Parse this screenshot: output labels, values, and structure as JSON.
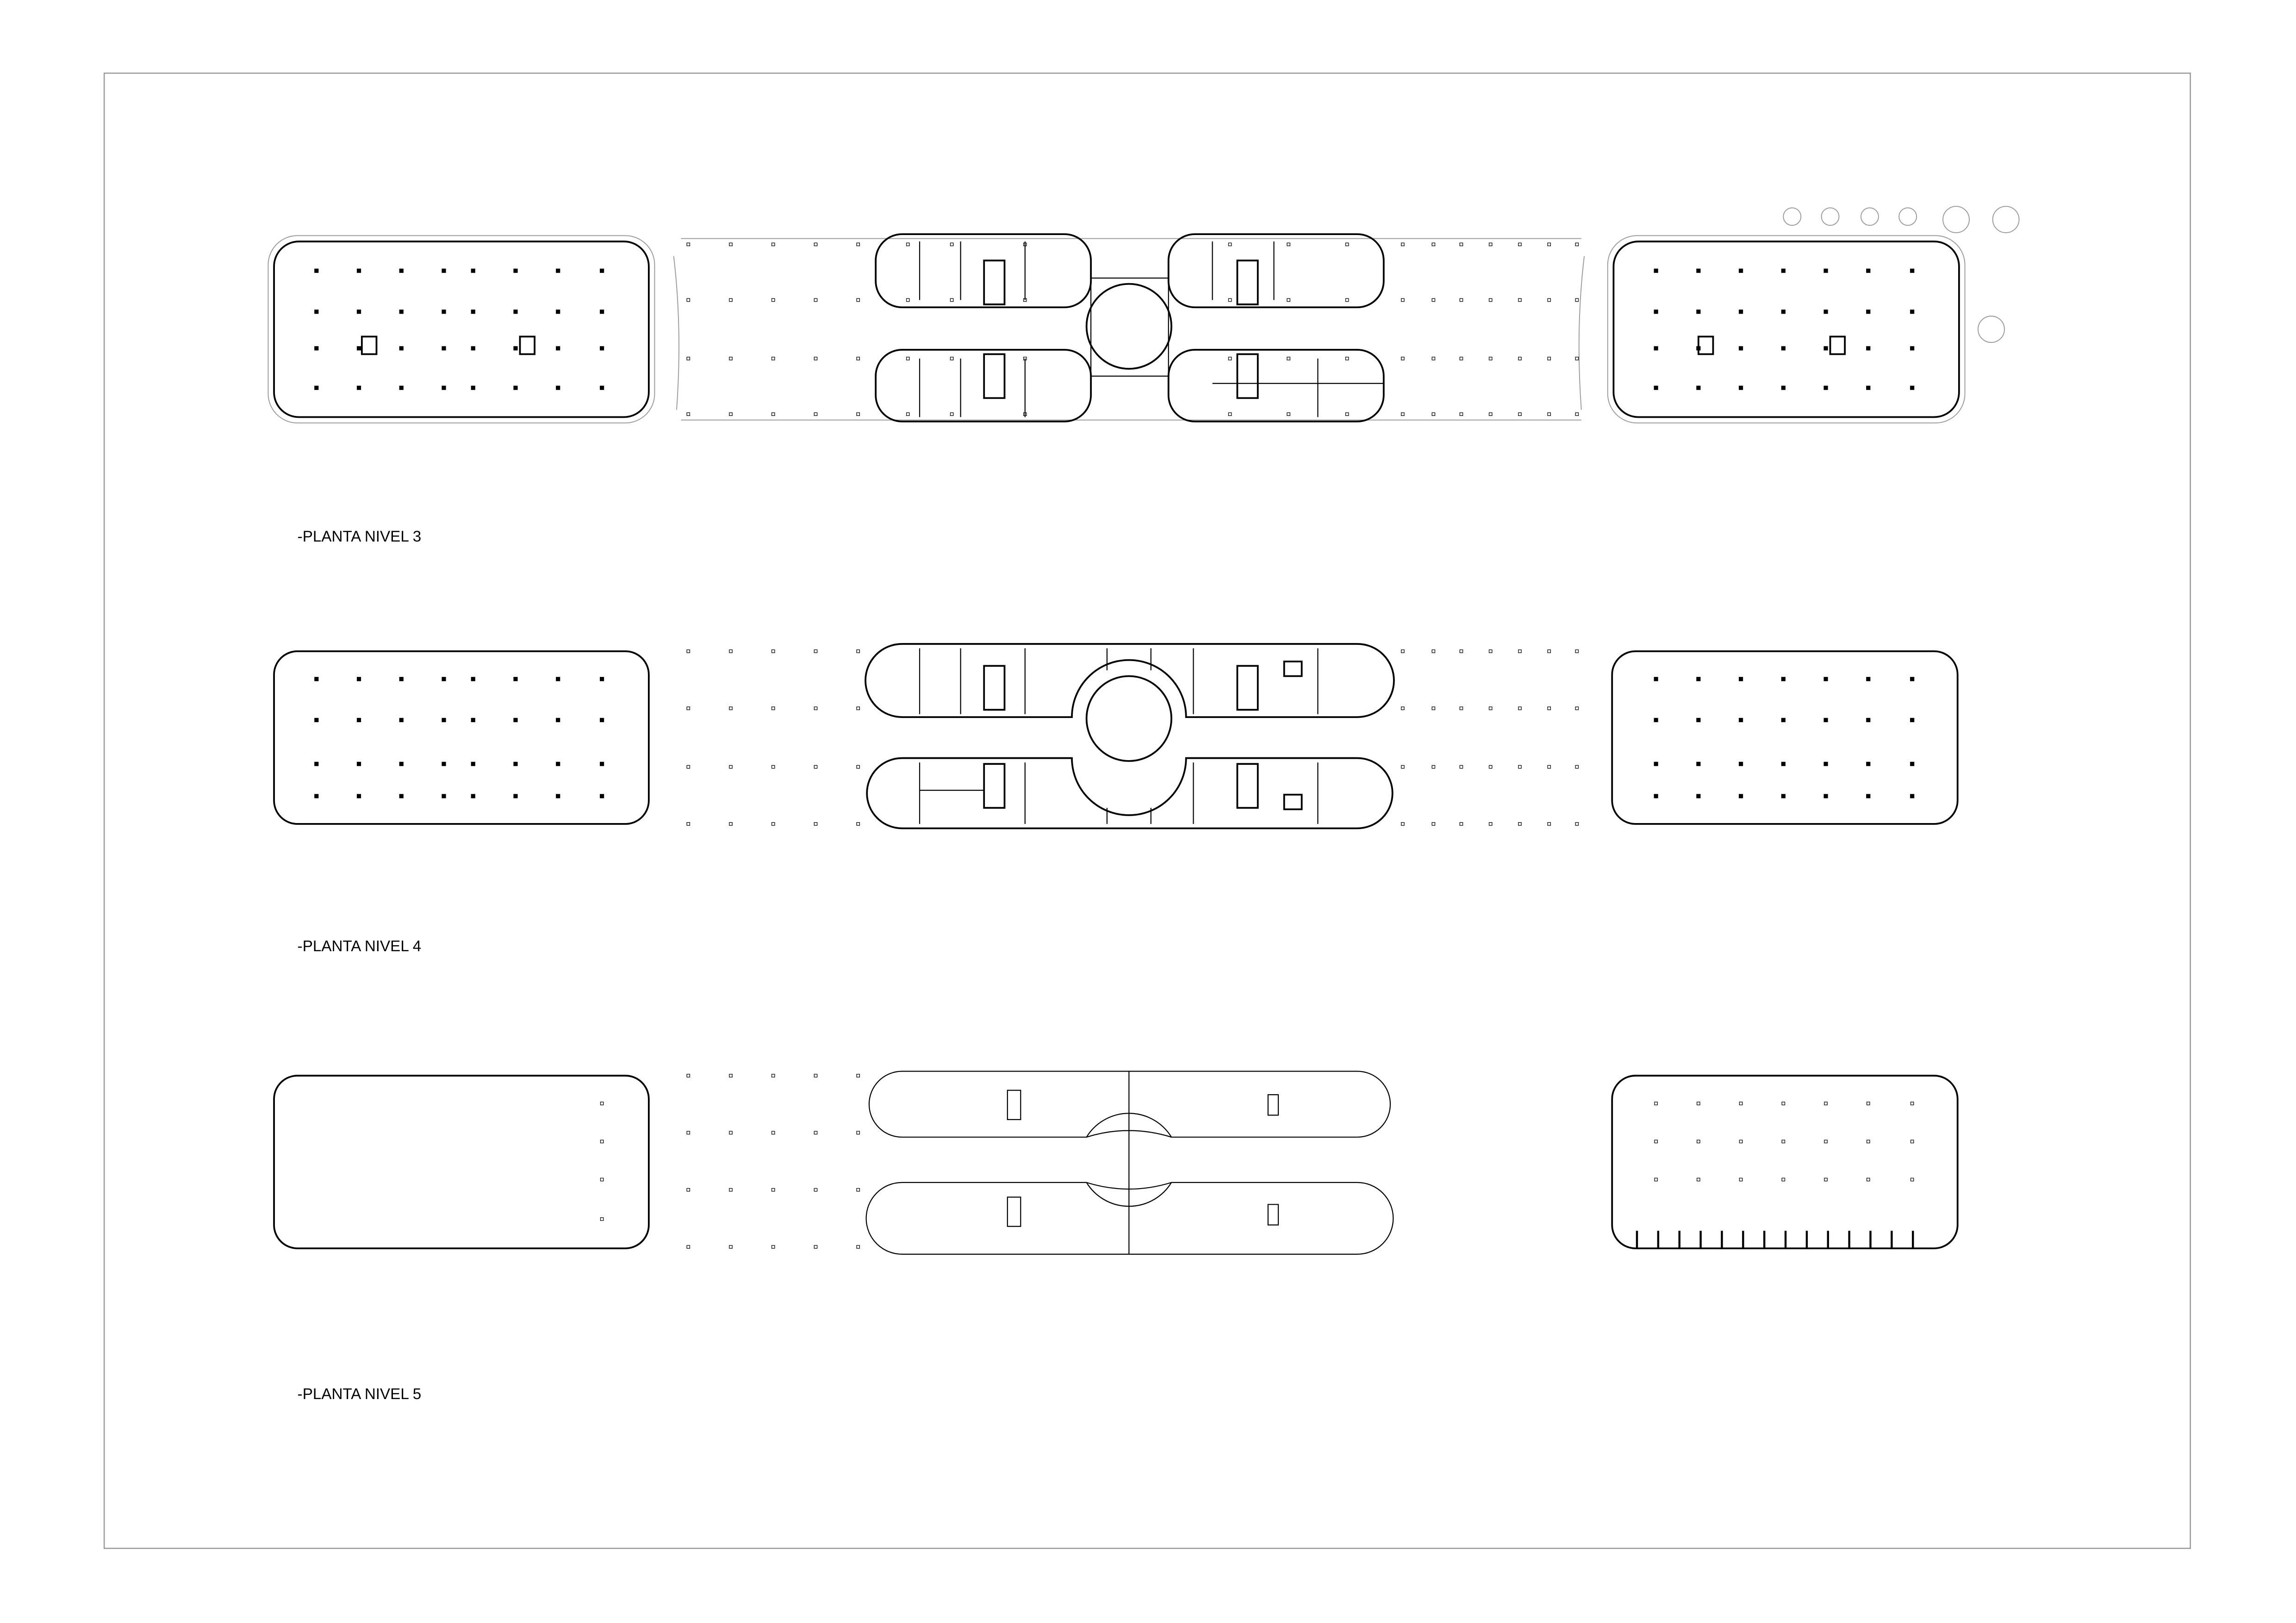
{
  "sheet": {
    "levels": [
      {
        "label": "-PLANTA NIVEL 3"
      },
      {
        "label": "-PLANTA NIVEL 4"
      },
      {
        "label": "-PLANTA NIVEL 5"
      }
    ]
  }
}
